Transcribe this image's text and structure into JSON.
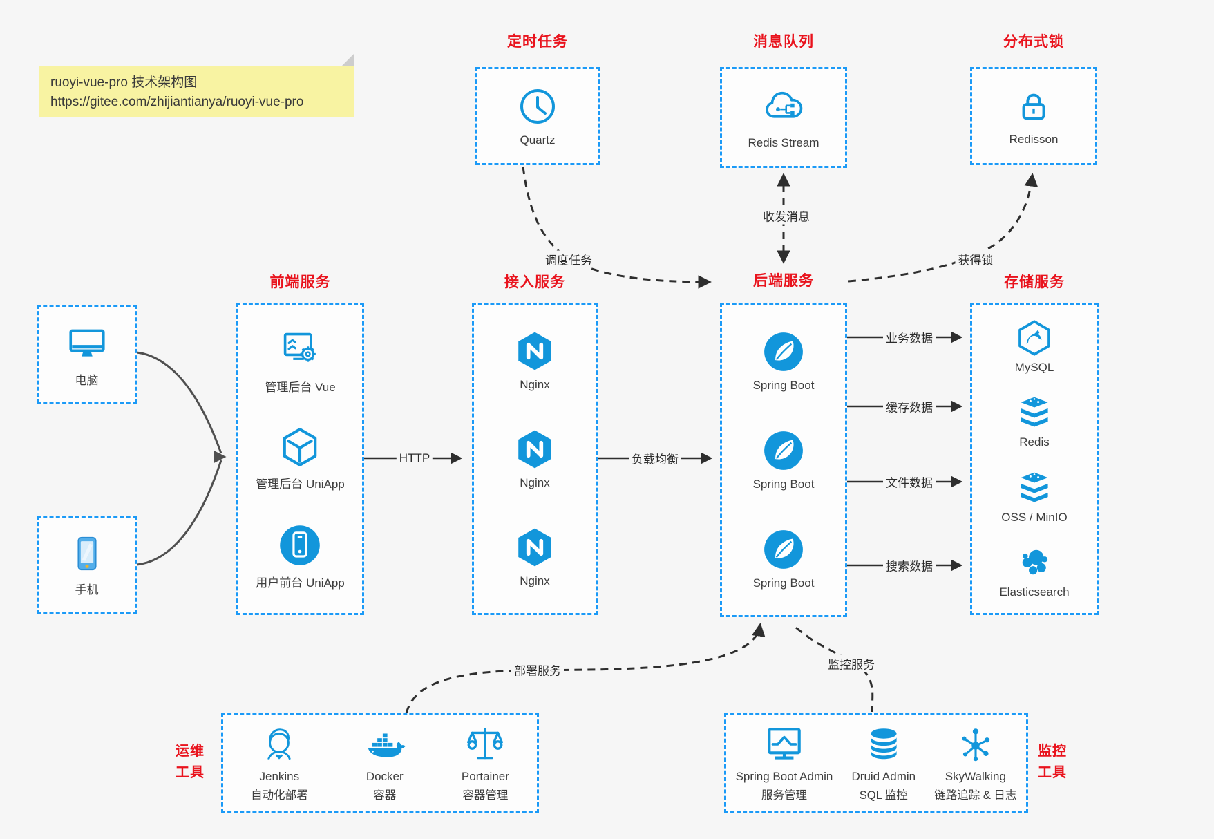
{
  "note": {
    "line1": "ruoyi-vue-pro 技术架构图",
    "line2": "https://gitee.com/zhijiantianya/ruoyi-vue-pro"
  },
  "colors": {
    "canvas_bg": "#f6f6f6",
    "box_border_blue": "#1b9af7",
    "icon_blue": "#1296db",
    "title_red": "#e9131d",
    "note_bg": "#f8f3a2",
    "connector_dark": "#2e2e2e"
  },
  "groups": {
    "scheduled": {
      "title": "定时任务",
      "item": "Quartz",
      "icon": "clock-icon"
    },
    "mq": {
      "title": "消息队列",
      "item": "Redis Stream",
      "icon": "cloud-network-icon"
    },
    "lock": {
      "title": "分布式锁",
      "item": "Redisson",
      "icon": "lock-icon"
    },
    "clients": {
      "computer": "电脑",
      "phone": "手机"
    },
    "frontend": {
      "title": "前端服务",
      "items": [
        "管理后台 Vue",
        "管理后台 UniApp",
        "用户前台 UniApp"
      ]
    },
    "gateway": {
      "title": "接入服务",
      "items": [
        "Nginx",
        "Nginx",
        "Nginx"
      ]
    },
    "backend": {
      "title": "后端服务",
      "items": [
        "Spring Boot",
        "Spring Boot",
        "Spring Boot"
      ]
    },
    "storage": {
      "title": "存储服务",
      "items": [
        "MySQL",
        "Redis",
        "OSS / MinIO",
        "Elasticsearch"
      ]
    },
    "ops": {
      "title1": "运维",
      "title2": "工具",
      "items": [
        {
          "name": "Jenkins",
          "desc": "自动化部署"
        },
        {
          "name": "Docker",
          "desc": "容器"
        },
        {
          "name": "Portainer",
          "desc": "容器管理"
        }
      ]
    },
    "monitor": {
      "title1": "监控",
      "title2": "工具",
      "items": [
        {
          "name": "Spring Boot Admin",
          "desc": "服务管理"
        },
        {
          "name": "Druid Admin",
          "desc": "SQL 监控"
        },
        {
          "name": "SkyWalking",
          "desc": "链路追踪 & 日志"
        }
      ]
    }
  },
  "edges": {
    "http": "HTTP",
    "load_balance": "负载均衡",
    "schedule": "调度任务",
    "message": "收发消息",
    "acquire_lock": "获得锁",
    "biz_data": "业务数据",
    "cache_data": "缓存数据",
    "file_data": "文件数据",
    "search_data": "搜索数据",
    "deploy": "部署服务",
    "monitoring": "监控服务"
  }
}
